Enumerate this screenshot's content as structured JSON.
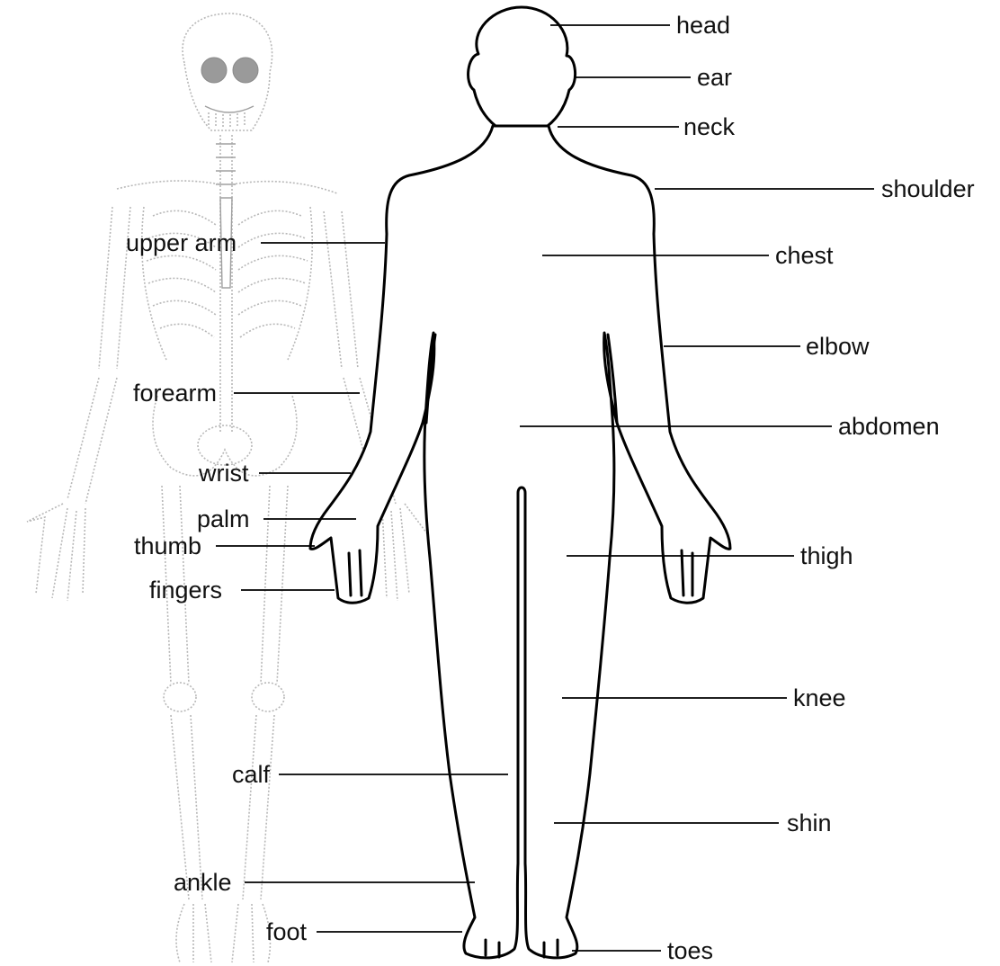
{
  "labels": {
    "head": "head",
    "ear": "ear",
    "neck": "neck",
    "shoulder": "shoulder",
    "upper_arm": "upper arm",
    "chest": "chest",
    "elbow": "elbow",
    "forearm": "forearm",
    "abdomen": "abdomen",
    "wrist": "wrist",
    "palm": "palm",
    "thumb": "thumb",
    "thigh": "thigh",
    "fingers": "fingers",
    "knee": "knee",
    "calf": "calf",
    "shin": "shin",
    "ankle": "ankle",
    "foot": "foot",
    "toes": "toes"
  }
}
